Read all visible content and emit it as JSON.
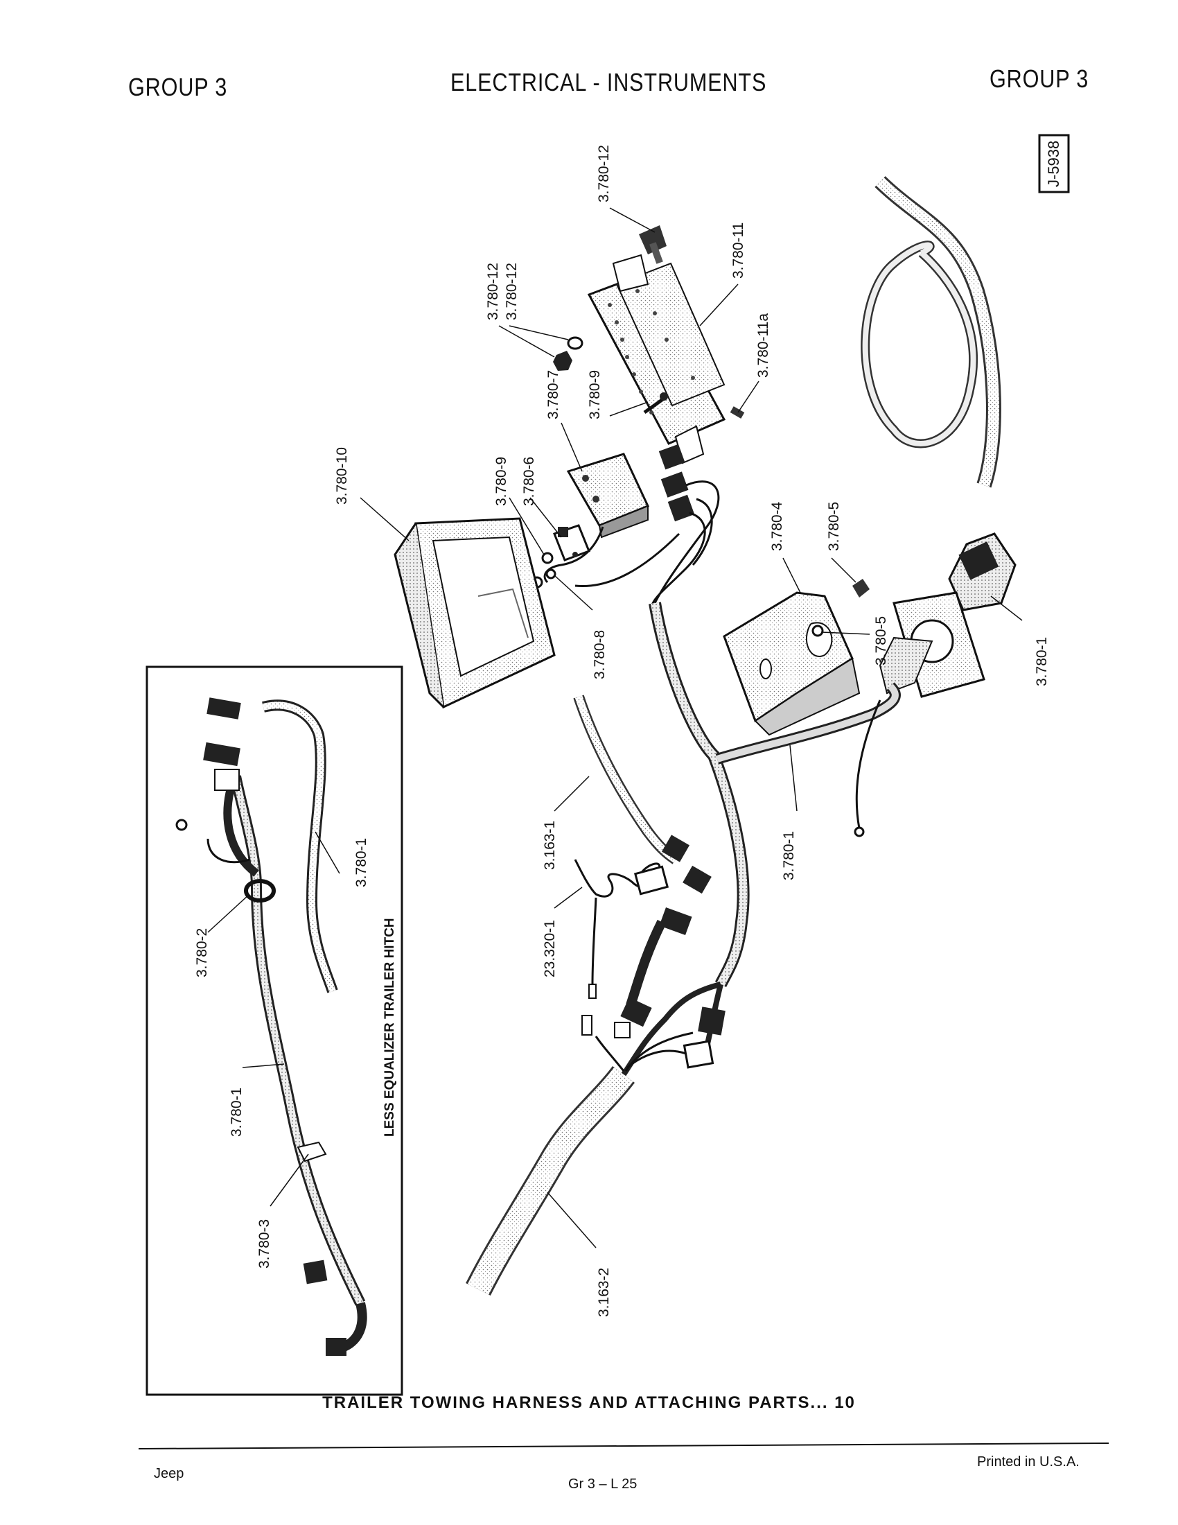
{
  "header": {
    "group_left": "GROUP 3",
    "title": "ELECTRICAL - INSTRUMENTS",
    "group_right": "GROUP 3"
  },
  "figure_number": "J-5938",
  "inset": {
    "title": "LESS EQUALIZER TRAILER HITCH",
    "labels": [
      "3.780-1",
      "3.780-2",
      "3.780-1",
      "3.780-3"
    ]
  },
  "callouts": [
    "3.780-12",
    "3.780-12",
    "3.780-12",
    "3.780-11",
    "3.780-11a",
    "3.780-9",
    "3.780-7",
    "3.780-10",
    "3.780-9",
    "3.780-6",
    "3.780-8",
    "3.780-4",
    "3.780-5",
    "3.780-5",
    "3.780-1",
    "3.780-1",
    "3.163-1",
    "23.320-1",
    "3.163-2"
  ],
  "caption": "TRAILER TOWING HARNESS AND ATTACHING PARTS... 10",
  "footer": {
    "brand": "Jeep",
    "page": "Gr 3 – L 25",
    "printed": "Printed in U.S.A."
  }
}
